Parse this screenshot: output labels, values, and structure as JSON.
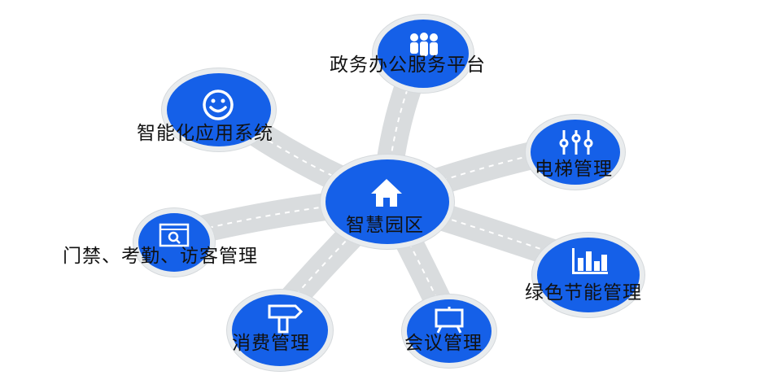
{
  "diagram": {
    "colors": {
      "node": "#1560e8",
      "road": "#d9dcde",
      "road_dash": "#ffffff",
      "text": "#111111"
    },
    "center": {
      "label": "智慧园区",
      "icon": "house-icon"
    },
    "nodes": [
      {
        "id": "gov",
        "label": "政务办公服务平台",
        "icon": "people-icon"
      },
      {
        "id": "smart",
        "label": "智能化应用系统",
        "icon": "smiley-icon"
      },
      {
        "id": "elevator",
        "label": "电梯管理",
        "icon": "sliders-icon"
      },
      {
        "id": "access",
        "label": "门禁、考勤、访客管理",
        "icon": "browser-search-icon"
      },
      {
        "id": "energy",
        "label": "绿色节能管理",
        "icon": "bar-chart-icon"
      },
      {
        "id": "consume",
        "label": "消费管理",
        "icon": "signpost-icon"
      },
      {
        "id": "meeting",
        "label": "会议管理",
        "icon": "easel-icon"
      }
    ]
  }
}
